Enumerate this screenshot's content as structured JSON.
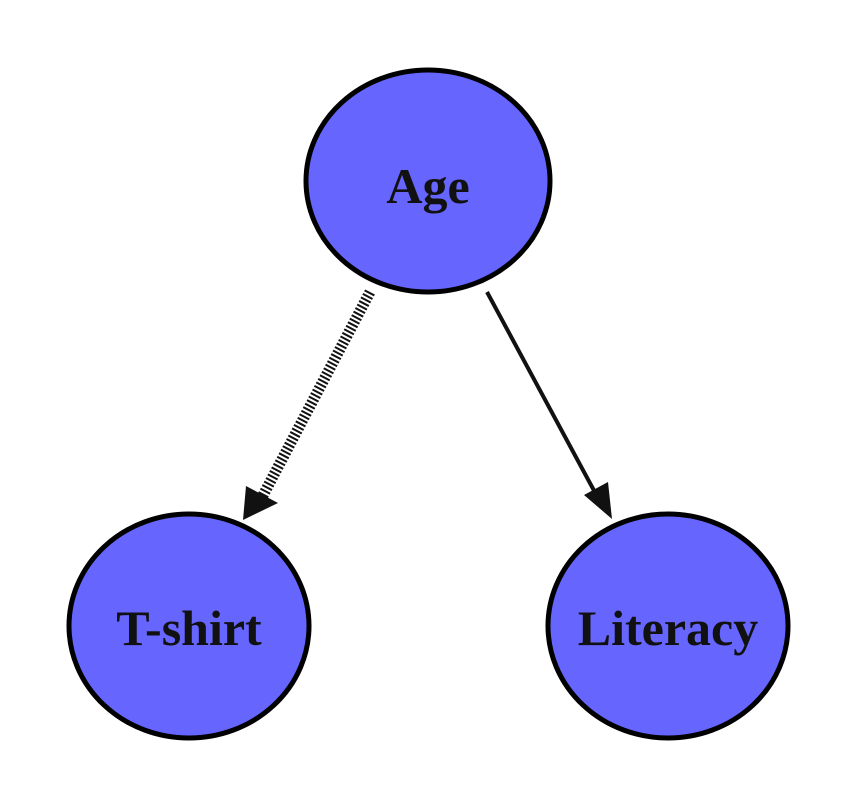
{
  "diagram": {
    "nodes": [
      {
        "id": "age",
        "label": "Age"
      },
      {
        "id": "tshirt",
        "label": "T-shirt"
      },
      {
        "id": "literacy",
        "label": "Literacy"
      }
    ],
    "edges": [
      {
        "from": "age",
        "to": "tshirt"
      },
      {
        "from": "age",
        "to": "literacy"
      }
    ],
    "colors": {
      "node_fill": "#6666ff",
      "node_stroke": "#000000",
      "edge": "#111111"
    }
  }
}
